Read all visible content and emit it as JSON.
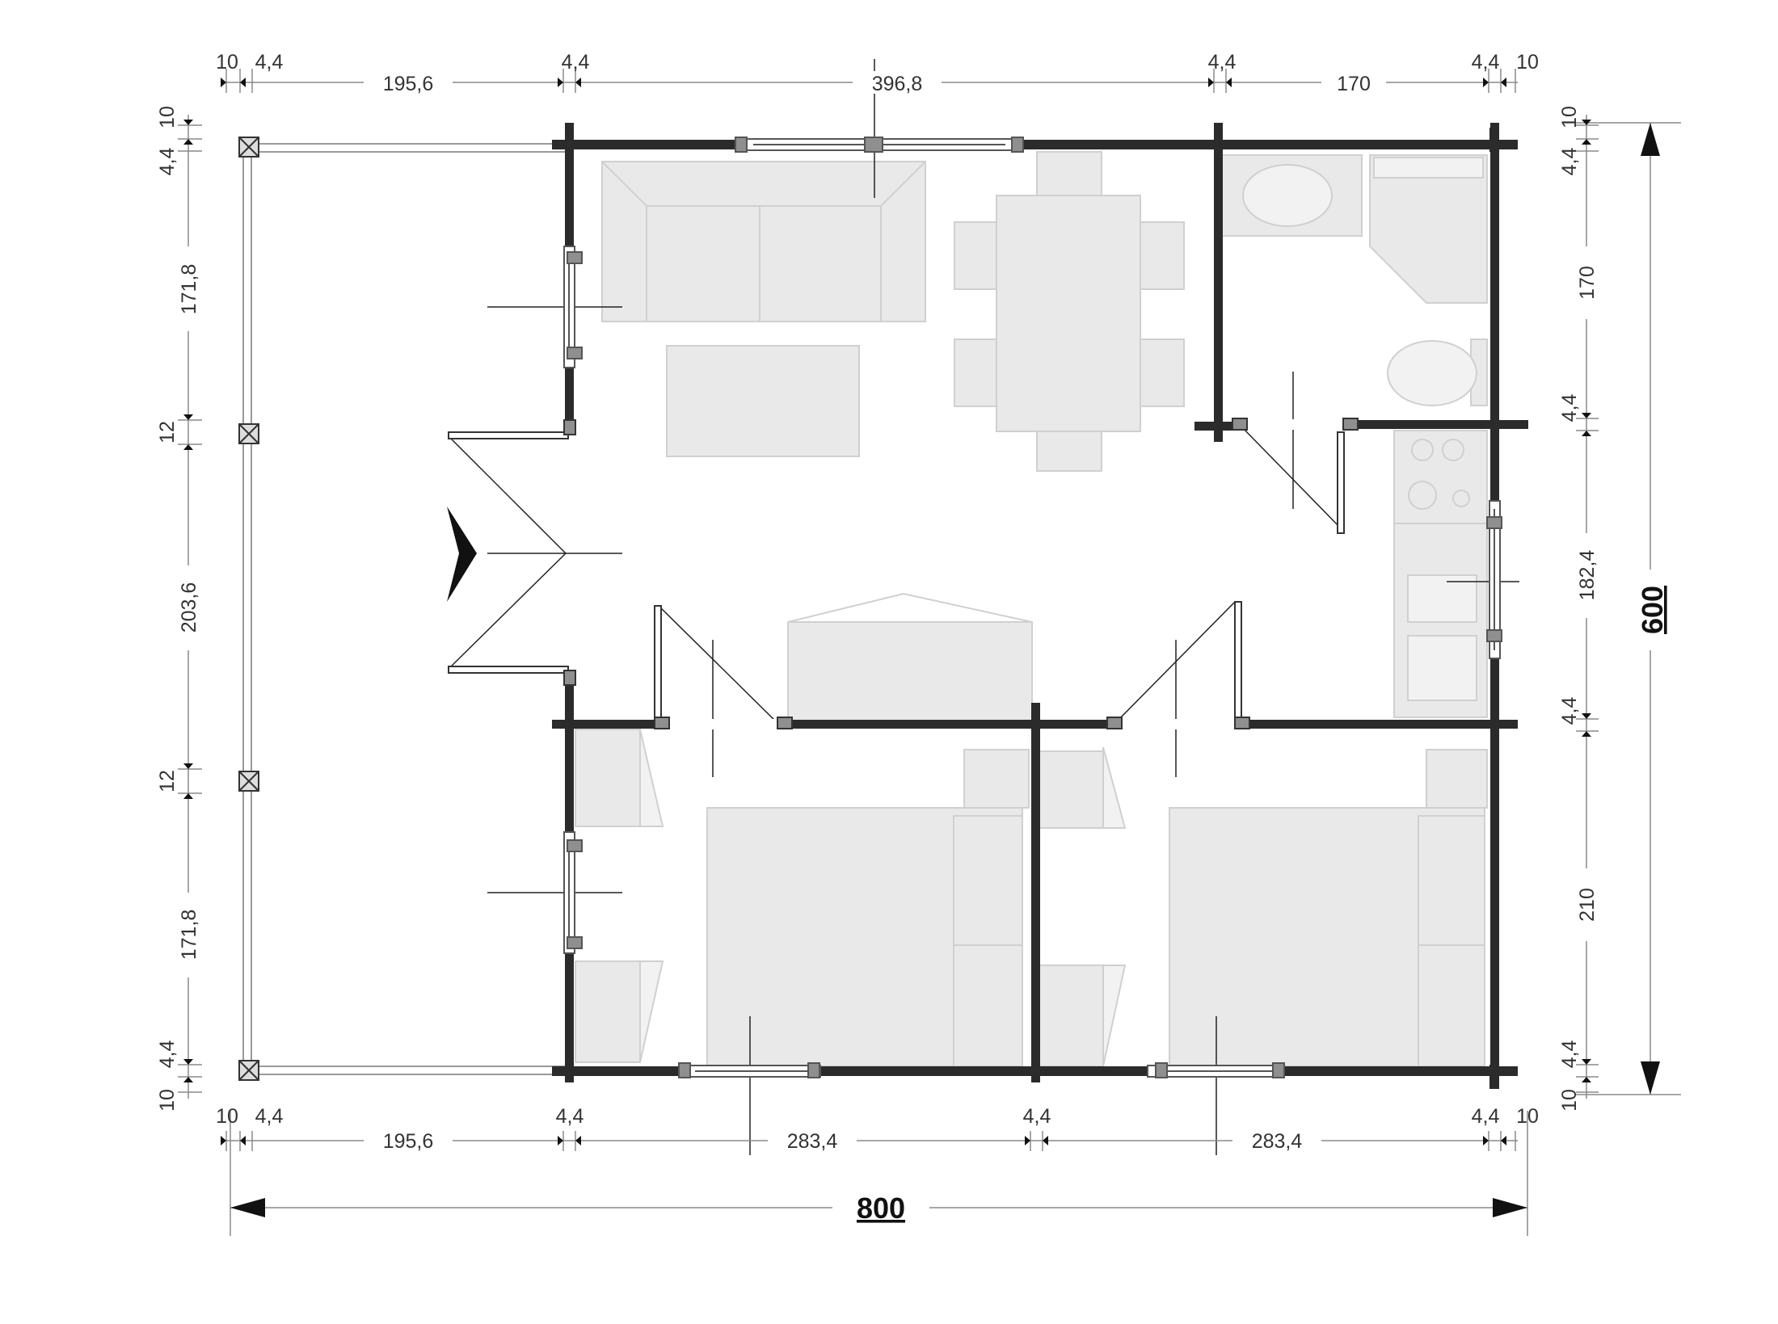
{
  "colors": {
    "wall": "#2b2b2b",
    "furniture": "#e8e8e8",
    "furniture_stroke": "#d2d2d2",
    "dimension_line": "#8a8a8a",
    "window_frame": "#8f8f8f",
    "background": "#ffffff"
  },
  "icons": {
    "entrance": "entrance-arrow-icon",
    "post": "terrace-post-icon"
  },
  "dimensions": {
    "top": [
      "10",
      "4,4",
      "195,6",
      "4,4",
      "396,8",
      "4,4",
      "170",
      "4,4",
      "10"
    ],
    "bottom": [
      "10",
      "4,4",
      "195,6",
      "4,4",
      "283,4",
      "4,4",
      "283,4",
      "4,4",
      "10"
    ],
    "left": [
      "10",
      "4,4",
      "171,8",
      "12",
      "203,6",
      "12",
      "171,8",
      "4,4",
      "10"
    ],
    "right": [
      "10",
      "4,4",
      "170",
      "4,4",
      "182,4",
      "4,4",
      "210",
      "4,4",
      "10"
    ],
    "total_width": "800",
    "total_depth": "600"
  }
}
